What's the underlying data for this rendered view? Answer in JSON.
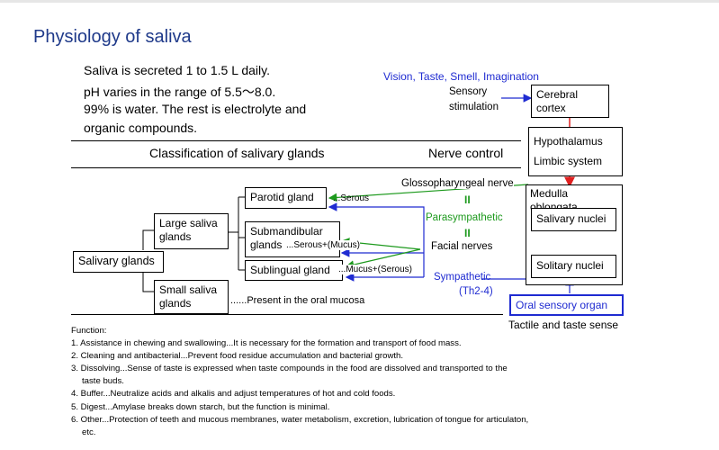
{
  "title": "Physiology of saliva",
  "intro": [
    "Saliva is secreted 1 to 1.5 L daily.",
    "pH varies in the range of 5.5～8.0.",
    "99% is water. The rest is electrolyte and",
    "organic compounds."
  ],
  "headers": {
    "classification": "Classification of salivary glands",
    "nerve": "Nerve control"
  },
  "glands": {
    "root": "Salivary glands",
    "large": [
      "Large saliva",
      "glands"
    ],
    "small": [
      "Small saliva",
      "glands"
    ],
    "parotid": "Parotid gland",
    "submandibular": [
      "Submandibular",
      "glands"
    ],
    "sublingual": "Sublingual gland",
    "parotid_note": "...Serous",
    "submandibular_note": "...Serous+(Mucus)",
    "sublingual_note": "...Mucus+(Serous)",
    "small_note": "......Present in the oral mucosa"
  },
  "nerve": {
    "vision": "Vision, Taste, Smell, Imagination",
    "sensory": [
      "Sensory",
      "stimulation"
    ],
    "cortex": [
      "Cerebral",
      "cortex"
    ],
    "hypothalamus": [
      "Hypothalamus",
      "Limbic system"
    ],
    "medulla": "Medulla oblongata",
    "salivary_nuclei": "Salivary nuclei",
    "solitary_nuclei": "Solitary nuclei",
    "glosso": "Glossopharyngeal nerve",
    "eq1": "II",
    "para": "Parasympathetic",
    "eq2": "II",
    "facial": "Facial nerves",
    "sym": [
      "Sympathetic",
      "(Th2-4)"
    ],
    "oral": "Oral sensory organ",
    "tactile": "Tactile and taste sense"
  },
  "function": {
    "heading": "Function:",
    "items": [
      "1. Assistance in chewing and swallowing...It is necessary for the formation and transport of food mass.",
      "2. Cleaning and antibacterial...Prevent food residue accumulation and bacterial growth.",
      "3. Dissolving...Sense of taste is expressed when taste compounds in the food are dissolved and transported to the",
      "    taste buds.",
      "4. Buffer...Neutralize acids and alkalis and adjust temperatures of hot and cold foods.",
      "5. Digest...Amylase breaks down starch, but the function is minimal.",
      "6. Other...Protection of teeth and mucous membranes, water metabolism, excretion, lubrication of tongue for articulaton,",
      "    etc."
    ]
  },
  "colors": {
    "title": "#1f3a8a",
    "blue": "#1f2bd1",
    "green": "#1e9a1e",
    "red": "#e02020"
  }
}
